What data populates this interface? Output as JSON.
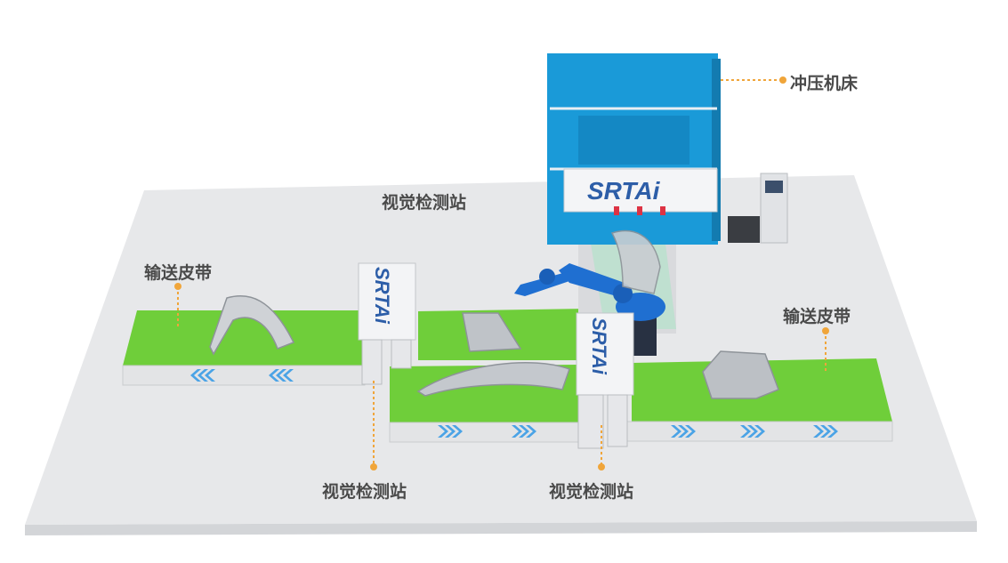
{
  "labels": {
    "press": "冲压机床",
    "vision_top": "视觉检测站",
    "conveyor_left": "输送皮带",
    "conveyor_right": "输送皮带",
    "vision_bottom_left": "视觉检测站",
    "vision_bottom_right": "视觉检测站"
  },
  "brand": "SRTAi",
  "colors": {
    "platform": "#e9eaec",
    "belt_green": "#6fce3a",
    "press_blue": "#1a9ad8",
    "robot_blue": "#1f6fd1",
    "arrow_blue": "#4aa3e6",
    "leader_orange": "#f0a53a"
  }
}
